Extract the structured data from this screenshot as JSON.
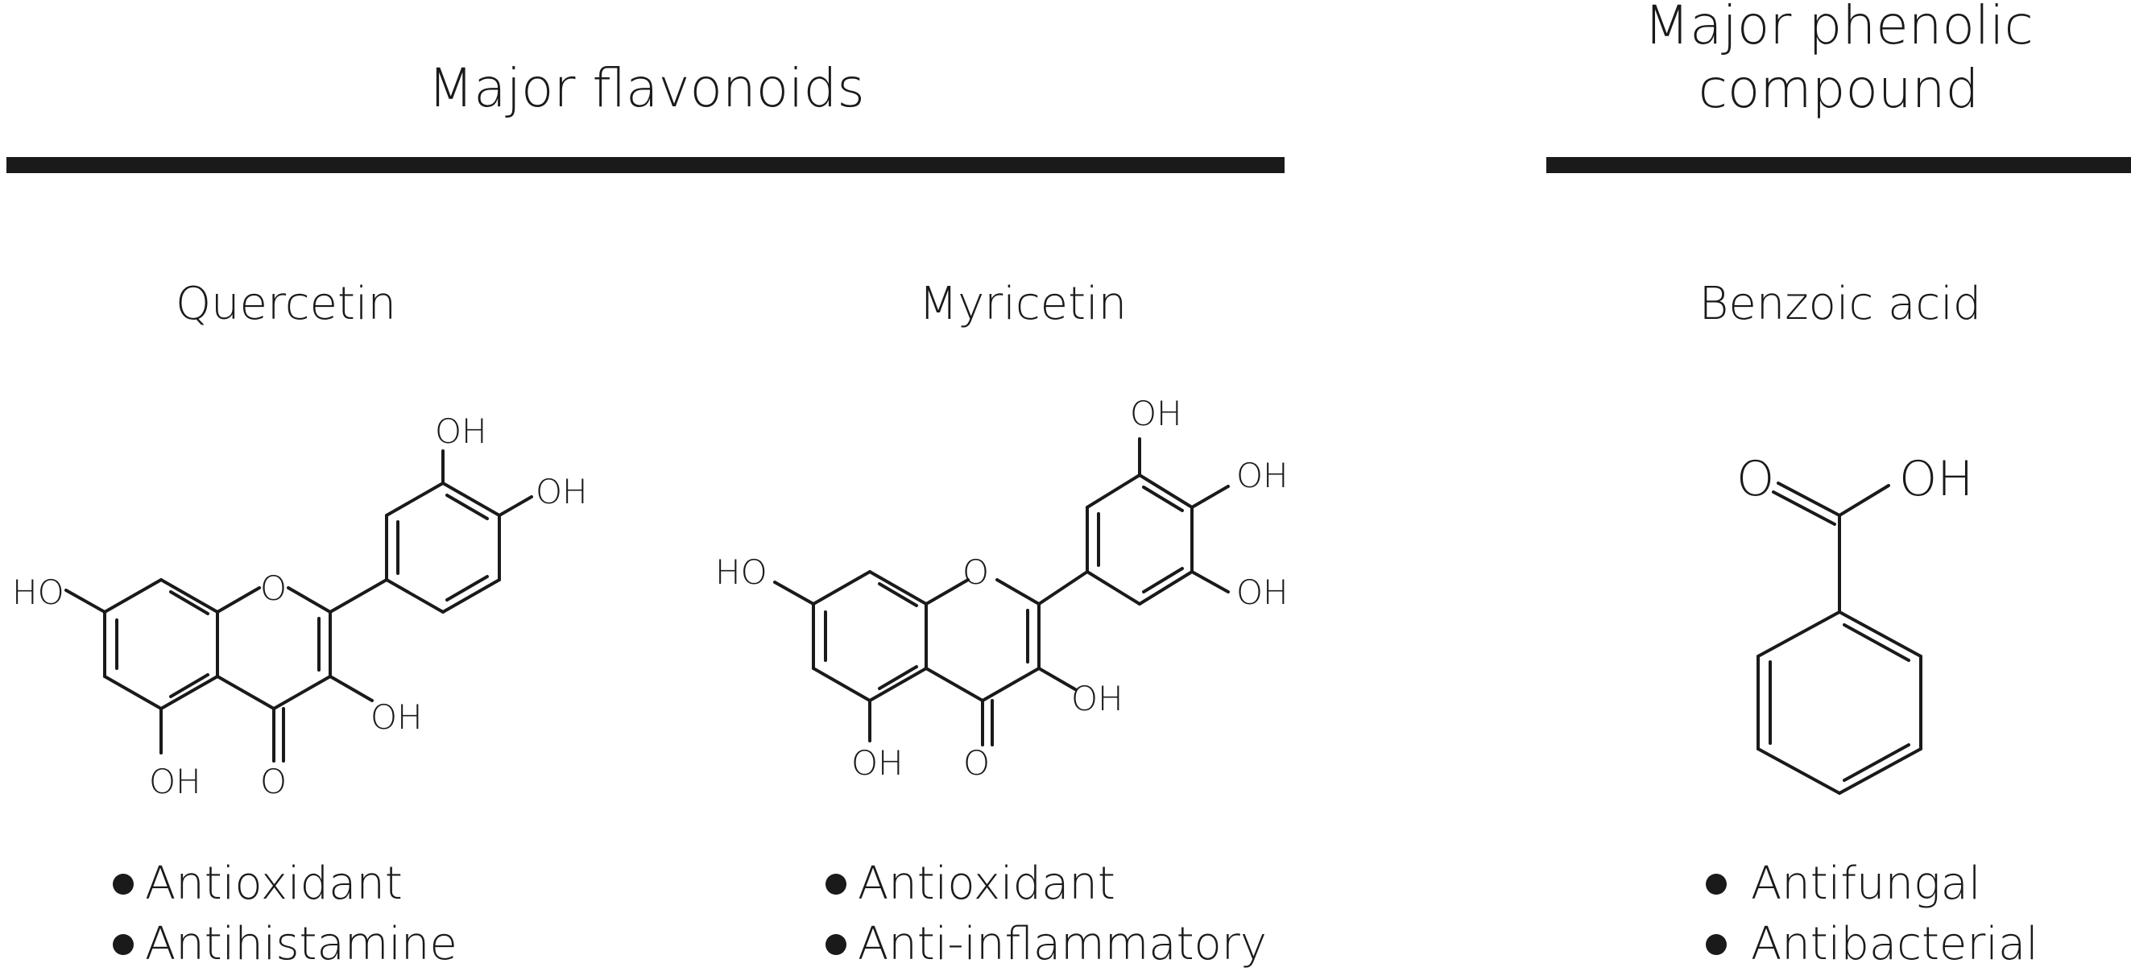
{
  "headers": {
    "flavonoids": "Major flavonoids",
    "phenolic_line1": "Major phenolic",
    "phenolic_line2": "compound"
  },
  "compounds": [
    {
      "name": "Quercetin",
      "labels": {
        "oh_top": "OH",
        "oh_right": "OH",
        "ho_left": "HO",
        "o_ring": "O",
        "oh_c3": "OH",
        "oh_c5": "OH",
        "o_carbonyl": "O"
      },
      "properties": [
        "Antioxidant",
        "Antihistamine"
      ]
    },
    {
      "name": "Myricetin",
      "labels": {
        "oh_top": "OH",
        "oh_mid": "OH",
        "oh_bottom": "OH",
        "ho_left": "HO",
        "o_ring": "O",
        "oh_c3": "OH",
        "oh_c5": "OH",
        "o_carbonyl": "O"
      },
      "properties": [
        "Antioxidant",
        "Anti-inflammatory"
      ]
    },
    {
      "name": "Benzoic acid",
      "labels": {
        "o_carbonyl": "O",
        "oh": "OH"
      },
      "properties": [
        "Antifungal",
        "Antibacterial"
      ]
    }
  ]
}
